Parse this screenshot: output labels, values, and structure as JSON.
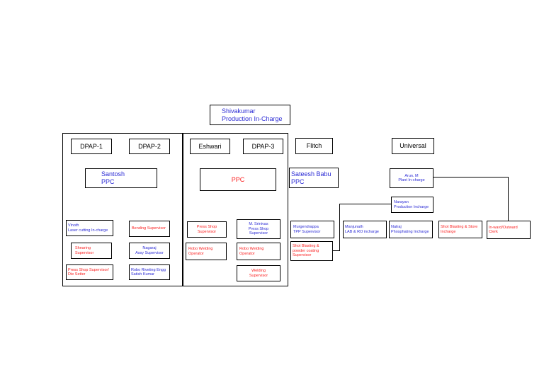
{
  "colors": {
    "blue": "#2b2bd5",
    "red": "#fb1f1f",
    "line": "#000000",
    "page": "#ffffff"
  },
  "diagram_title": "Production organization chart",
  "nodes": {
    "shivakumar": {
      "lines": [
        "Shivakumar",
        "Production In-Charge"
      ],
      "text_color": "blue"
    },
    "dpap1": {
      "lines": [
        "DPAP-1"
      ],
      "text_color": "black"
    },
    "dpap2": {
      "lines": [
        "DPAP-2"
      ],
      "text_color": "black"
    },
    "eshwari": {
      "lines": [
        "Eshwari"
      ],
      "text_color": "black"
    },
    "dpap3": {
      "lines": [
        "DPAP-3"
      ],
      "text_color": "black"
    },
    "flitch": {
      "lines": [
        "Flitch"
      ],
      "text_color": "black"
    },
    "universal": {
      "lines": [
        "Universal"
      ],
      "text_color": "black"
    },
    "santosh": {
      "lines": [
        "Santosh",
        "PPC"
      ],
      "text_color": "blue"
    },
    "ppc": {
      "lines": [
        "PPC"
      ],
      "text_color": "red"
    },
    "sateesh": {
      "lines": [
        "Sateesh Babu",
        "PPC"
      ],
      "text_color": "blue"
    },
    "arun": {
      "lines": [
        "Arun. M",
        "Plant In-charge"
      ],
      "text_color": "blue"
    },
    "narayan": {
      "lines": [
        "Narayan",
        "Production Incharge"
      ],
      "text_color": "blue"
    },
    "vinoth": {
      "lines": [
        "Vinoth",
        "Laser cutting In-charge"
      ],
      "text_color": "blue"
    },
    "bending": {
      "lines": [
        "Bending Supervisor"
      ],
      "text_color": "red"
    },
    "shearing": {
      "lines": [
        "Shearing",
        "Supervisor"
      ],
      "text_color": "red"
    },
    "nagaraj": {
      "lines": [
        "Nagaraj",
        "Assy Supervisor"
      ],
      "text_color": "blue"
    },
    "press_die": {
      "lines": [
        "Press Shop Supervisor/",
        "Die Setter"
      ],
      "text_color": "red"
    },
    "robo_riveting": {
      "lines": [
        "Robo Riveting Engg",
        "Satish Kumar"
      ],
      "text_color": "blue"
    },
    "press_mid": {
      "lines": [
        "Press Shop",
        "Supervisor"
      ],
      "text_color": "red"
    },
    "srinivas": {
      "lines": [
        "M. Srinivas",
        "Press Shop",
        "Supervisor"
      ],
      "text_color": "blue"
    },
    "robo_weld_1": {
      "lines": [
        "Robo Welding",
        "Operator"
      ],
      "text_color": "red"
    },
    "robo_weld_2": {
      "lines": [
        "Robo Welding",
        "Operator"
      ],
      "text_color": "red"
    },
    "welding_sup": {
      "lines": [
        "Welding",
        "Supervisor"
      ],
      "text_color": "red"
    },
    "murgendrappa": {
      "lines": [
        "Murgendrappa",
        "TPP Supervisor"
      ],
      "text_color": "blue"
    },
    "shot_powder": {
      "lines": [
        "Shot Blasting &",
        "powder coating",
        "Supervisor"
      ],
      "text_color": "red"
    },
    "manjunath": {
      "lines": [
        "Manjunath",
        "LAB & RO incharge"
      ],
      "text_color": "blue"
    },
    "natraj": {
      "lines": [
        "Natraj",
        "Phosphating Incharge"
      ],
      "text_color": "blue"
    },
    "shot_stove": {
      "lines": [
        "Shot Blasting & Store",
        "Incharge"
      ],
      "text_color": "red"
    },
    "inward": {
      "lines": [
        "In-ward/Outward",
        "Clerk"
      ],
      "text_color": "red"
    }
  }
}
